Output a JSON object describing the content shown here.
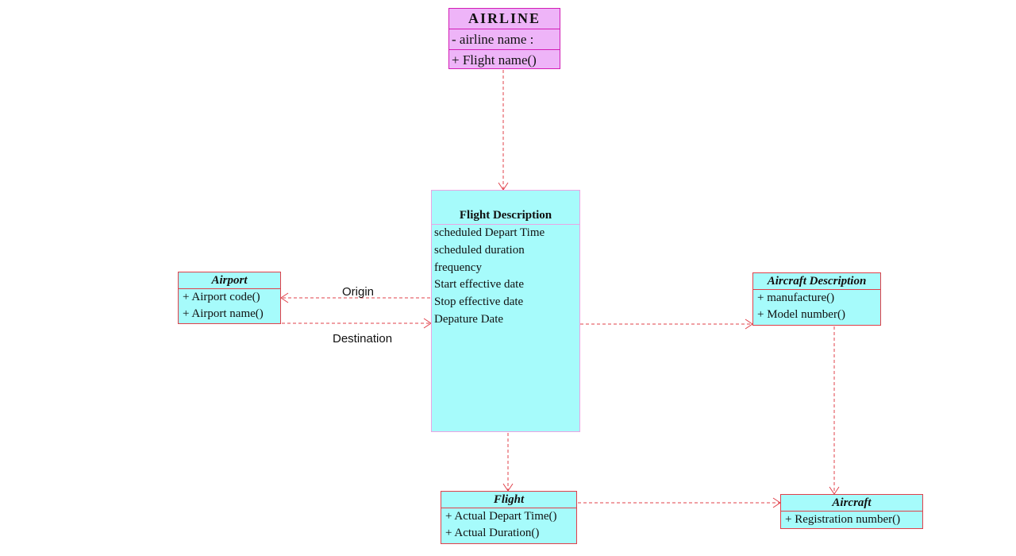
{
  "airline": {
    "title": "AIRLINE",
    "attribute": "- airline name :",
    "operation": "+ Flight name()"
  },
  "flight_description": {
    "title": "Flight Description",
    "attributes": [
      "scheduled Depart Time",
      "scheduled duration",
      "frequency",
      "Start effective date",
      "Stop effective date",
      "Depature Date"
    ]
  },
  "airport": {
    "title": "Airport",
    "operations": [
      "+ Airport code()",
      "+ Airport name()"
    ]
  },
  "aircraft_description": {
    "title": "Aircraft Description",
    "operations": [
      "+  manufacture()",
      "+  Model number()"
    ]
  },
  "flight": {
    "title": "Flight",
    "operations": [
      "+ Actual Depart Time()",
      "+ Actual Duration()"
    ]
  },
  "aircraft": {
    "title": "Aircraft",
    "operations": [
      "+ Registration number()"
    ]
  },
  "edge_labels": {
    "origin": "Origin",
    "destination": "Destination"
  },
  "colors": {
    "class_fill": "#a6fbfb",
    "class_border": "#e0404a",
    "airline_fill": "#eeb4f8",
    "airline_border": "#d21cb6",
    "connector": "#e0404a"
  }
}
